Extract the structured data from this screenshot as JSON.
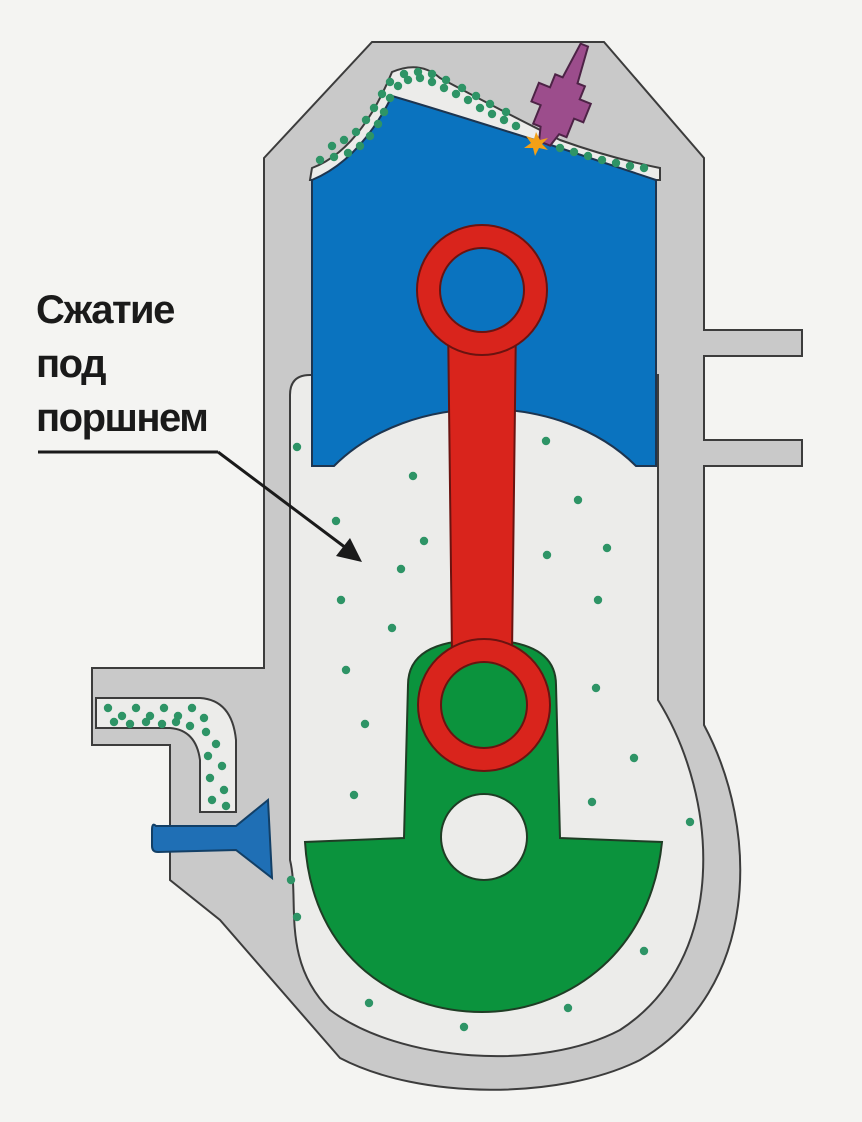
{
  "label": {
    "lines": [
      "Сжатие",
      "под",
      "поршнем"
    ]
  },
  "colors": {
    "background": "#f4f4f2",
    "housing": "#c9c9c9",
    "housing_outline": "#3c3c3c",
    "interior": "#ececea",
    "piston": "#0a73bf",
    "connecting_rod": "#d9241c",
    "crank": "#0b933d",
    "mixture_dots": "#2e9466",
    "spark_plug": "#9c4d8c",
    "spark": "#f3a017",
    "valve": "#1f6fb5",
    "label_text": "#1a1a1a"
  },
  "icons": {
    "spark_plug": "spark-plug-icon",
    "spark": "spark-icon",
    "valve": "reed-valve-icon"
  }
}
